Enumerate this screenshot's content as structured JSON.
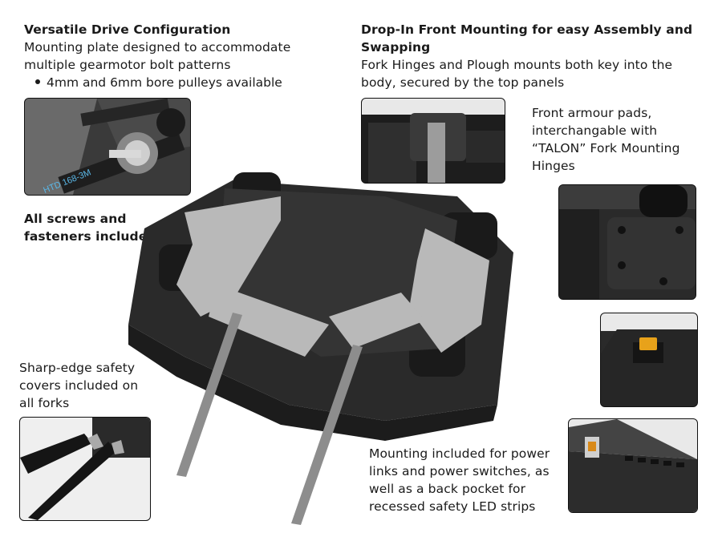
{
  "drive": {
    "title": "Versatile Drive Configuration",
    "line1": "Mounting plate designed to accommodate",
    "line2": "multiple gearmotor bolt patterns",
    "bullet": "4mm and 6mm bore pulleys available",
    "belt_text": "HTD 168-3M"
  },
  "front_mount": {
    "title_line1": "Drop-In Front Mounting for easy Assembly and",
    "title_line2": "Swapping",
    "line1": "Fork Hinges and Plough mounts both key into the",
    "line2": "body, secured by the top panels"
  },
  "armour": {
    "line1": "Front armour pads,",
    "line2": "interchangable with",
    "line3": "“TALON” Fork Mounting",
    "line4": "Hinges"
  },
  "screws": {
    "line1": "All screws and",
    "line2": "fasteners included"
  },
  "safety": {
    "line1": "Sharp-edge safety",
    "line2": "covers included on",
    "line3": "all forks"
  },
  "power": {
    "line1": "Mounting included for power",
    "line2": "links and power switches, as",
    "line3": "well as a back pocket for",
    "line4": "recessed safety LED strips"
  },
  "colors": {
    "chassis": "#2a2a2a",
    "plate": "#b9b9b9",
    "belt_text": "#5ab8e8",
    "connector": "#e8a21a"
  }
}
